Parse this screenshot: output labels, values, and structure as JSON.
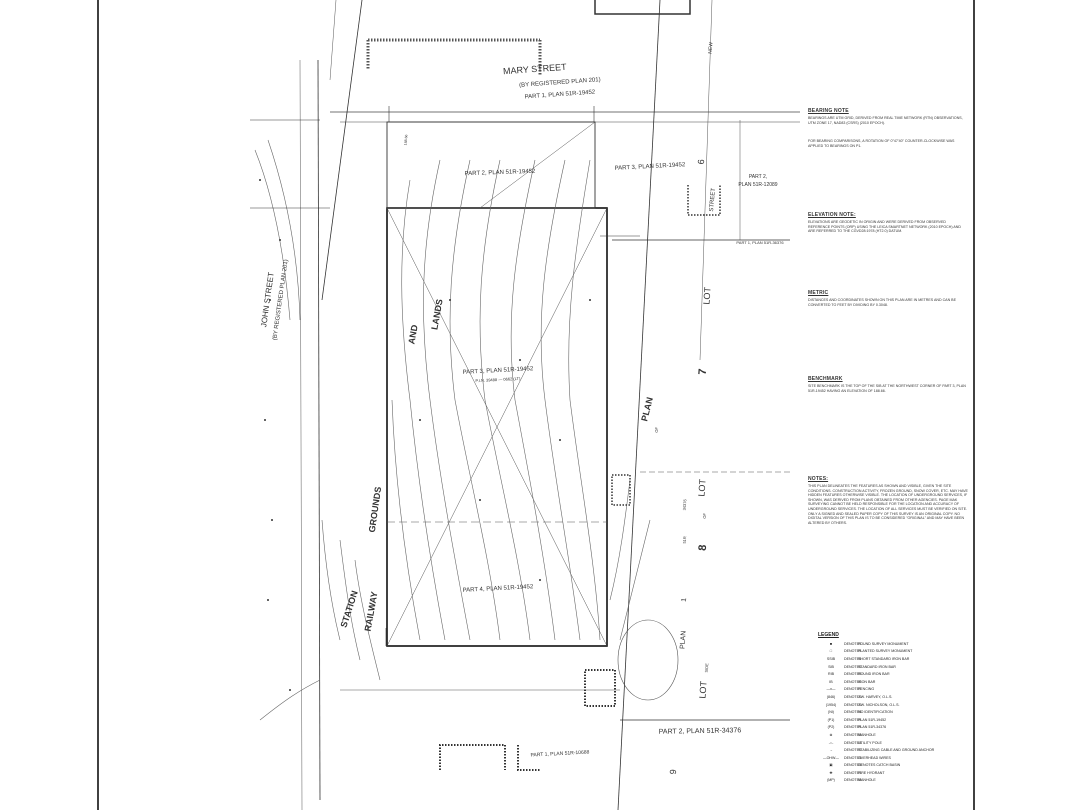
{
  "streets": {
    "mary_street": "MARY STREET",
    "mary_street_plan": "(BY REGISTERED PLAN 201)",
    "mary_part1": "PART 1, PLAN 51R-19452",
    "john_street": "JOHN STREET",
    "john_street_plan": "(BY REGISTERED PLAN 201)",
    "street_right": "STREET"
  },
  "parts": {
    "part2": "PART 2, PLAN 51R-19452",
    "part3_top": "PART 3, PLAN 51R-19452",
    "part3_main": "PART 3, PLAN 51R-19452",
    "part4": "PART 4, PLAN 51R-19452",
    "part2_right_a": "PART 2,",
    "part2_right_b": "PLAN 51R-12089",
    "part1_right": "PART 1, PLAN 51R-36376",
    "part2_bottom": "PART 2, PLAN 51R-34376",
    "pin_part3": "P.I.N. 39488 — 0662 (LT)"
  },
  "lands": {
    "railway": "RAILWAY",
    "station": "STATION",
    "grounds": "GROUNDS",
    "and": "AND",
    "lands": "LANDS"
  },
  "lots": {
    "lot_upper": "LOT",
    "lot_upper_num": "7",
    "lot_lower": "LOT",
    "lot_lower_num": "8",
    "lot_bottom": "LOT",
    "plan_upper": "PLAN",
    "plan_lower": "PLAN",
    "one": "1"
  },
  "notes": {
    "bearing_title": "BEARING NOTE",
    "bearing_text": "BEARINGS ARE UTM GRID, DERIVED FROM REAL TIME NETWORK (RTN) OBSERVATIONS, UTM ZONE 17, NAD83 (CSRS) (2010 EPOCH).",
    "bearing_text2": "FOR BEARING COMPARISONS, A ROTATION OF 0°47'40\" COUNTER-CLOCKWISE WAS APPLIED TO BEARINGS ON P1.",
    "elevation_title": "ELEVATION NOTE:",
    "elevation_text": "ELEVATIONS ARE GEODETIC IN ORIGIN AND WERE DERIVED FROM OBSERVED REFERENCE POINTS (ORP) USING THE LEICA SMARTNET NETWORK (2010 EPOCH) AND ARE REFERRED TO THE CGVD28:1978 (HT2.0) DATUM.",
    "metric_title": "METRIC",
    "metric_text": "DISTANCES AND COORDINATES SHOWN ON THIS PLAN ARE IN METRES AND CAN BE CONVERTED TO FEET BY DIVIDING BY 0.3048.",
    "benchmark_title": "BENCHMARK",
    "benchmark_text": "SITE BENCHMARK IS THE TOP OF THE SIB AT THE NORTHWEST CORNER OF PART 3, PLAN 51R-19452 HAVING AN ELEVATION OF 188.66.",
    "notes_title": "NOTES:",
    "notes_text": "THIS PLAN DELINEATES THE FEATURES AS SHOWN AND VISIBLE, GIVEN THE SITE CONDITIONS. CONSTRUCTION ACTIVITY, FROZEN GROUND, SNOW COVER, ETC. MAY HAVE HIDDEN FEATURES OTHERWISE VISIBLE. THE LOCATION OF UNDERGROUND SERVICES, IF SHOWN, WAS DERIVED FROM PLANS OBTAINED FROM OTHER AGENCIES. PAGE MAK SURVEYING CANNOT BE HELD RESPONSIBLE FOR THE LOCATION AND ACCURACY OF UNDERGROUND SERVICES. THE LOCATION OF ALL SERVICES MUST BE VERIFIED ON SITE. ONLY A SIGNED AND SEALED PAPER COPY OF THIS SURVEY IS AN ORIGINAL COPY. NO DIGITAL VERSION OF THIS PLAN IS TO BE CONSIDERED \"ORIGINAL\" AND MAY HAVE BEEN ALTERED BY OTHERS."
  },
  "legend": {
    "title": "LEGEND",
    "denotes": "DENOTES",
    "rows": [
      {
        "sym": "■",
        "desc": "FOUND SURVEY MONUMENT"
      },
      {
        "sym": "□",
        "desc": "PLANTED SURVEY MONUMENT"
      },
      {
        "sym": "SSIB",
        "desc": "SHORT STANDARD IRON BAR"
      },
      {
        "sym": "SIB",
        "desc": "STANDARD IRON BAR"
      },
      {
        "sym": "RIB",
        "desc": "ROUND IRON BAR"
      },
      {
        "sym": "IB",
        "desc": "IRON BAR"
      },
      {
        "sym": "—x—",
        "desc": "FENCING"
      },
      {
        "sym": "(846)",
        "desc": "J.W. HARVEY, O.L.S."
      },
      {
        "sym": "(1954)",
        "desc": "J.W. NICHOLSON, O.L.S."
      },
      {
        "sym": "(NI)",
        "desc": "NO IDENTIFICATION"
      },
      {
        "sym": "(P1)",
        "desc": "PLAN 51R-19452"
      },
      {
        "sym": "(P2)",
        "desc": "PLAN 51R-34376"
      },
      {
        "sym": "⊗",
        "desc": "MANHOLE"
      },
      {
        "sym": "-○-",
        "desc": "UTILITY POLE"
      },
      {
        "sym": "→",
        "desc": "STABILIZING CABLE AND GROUND ANCHOR"
      },
      {
        "sym": "—OHW—",
        "desc": "OVERHEAD WIRES"
      },
      {
        "sym": "▣",
        "desc": "DENOTES CATCH BASIN"
      },
      {
        "sym": "✚",
        "desc": "FIRE HYDRANT"
      },
      {
        "sym": "(MP)",
        "desc": "MANHOLE"
      }
    ]
  },
  "small_labels": {
    "new": "NEW",
    "six": "6",
    "nine": "9",
    "of_a": "OF",
    "of_b": "OF",
    "plan_51r": "51R",
    "plan_34376": "34376",
    "part_1": "PART 1, PLAN 51R-10688",
    "side": "SIDE",
    "elev_label": "188.66"
  }
}
